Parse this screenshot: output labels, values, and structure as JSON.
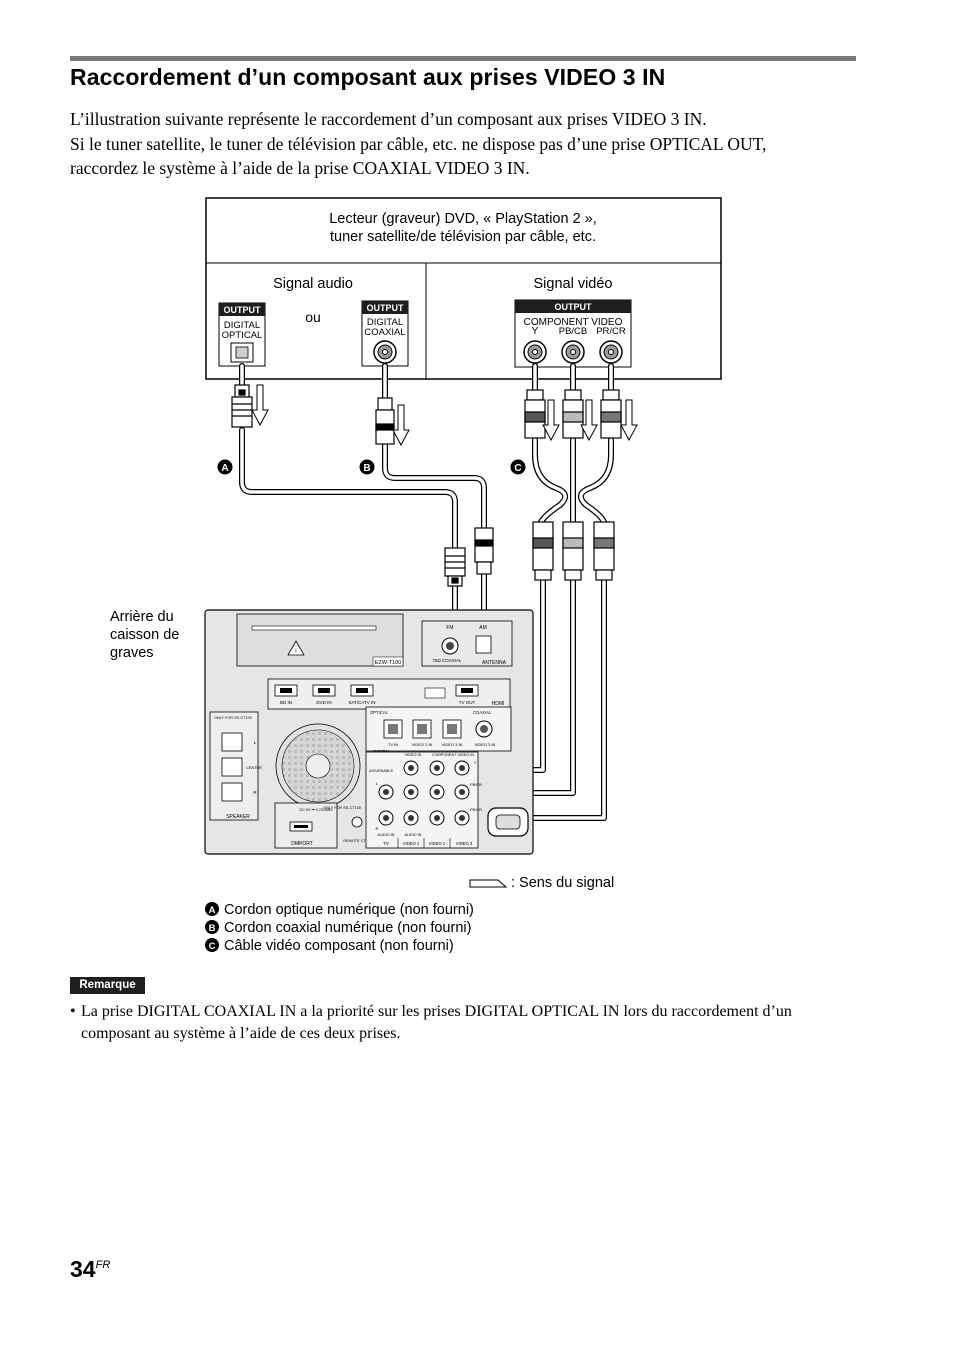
{
  "header": {
    "title": "Raccordement d’un composant aux prises VIDEO 3 IN"
  },
  "intro": {
    "line1": "L’illustration suivante représente le raccordement d’un composant aux prises VIDEO 3 IN.",
    "line2": "Si le tuner satellite, le tuner de télévision par câble, etc. ne dispose pas d’une prise OPTICAL OUT,",
    "line3": "raccordez le système à l’aide de la prise COAXIAL VIDEO 3 IN."
  },
  "diagram": {
    "source_line1": "Lecteur (graveur) DVD, « PlayStation 2 »,",
    "source_line2": "tuner satellite/de télévision par câble, etc.",
    "audio_label": "Signal audio",
    "video_label": "Signal vidéo",
    "or_label": "ou",
    "output_label": "OUTPUT",
    "optical_line1": "DIGITAL",
    "optical_line2": "OPTICAL",
    "coaxial_line1": "DIGITAL",
    "coaxial_line2": "COAXIAL",
    "component_label": "COMPONENT VIDEO",
    "component_y": "Y",
    "component_pb": "PB/CB",
    "component_pr": "PR/CR",
    "cable_a": "A",
    "cable_b": "B",
    "cable_c": "C",
    "sub_line1": "Arrière du",
    "sub_line2": "caisson de",
    "sub_line3": "graves",
    "panel": {
      "model": "EZW-T100",
      "antenna": "ANTENNA",
      "coaxial_75": "75Ω COAXIAL",
      "fm": "FM",
      "am": "AM",
      "hdmi": "HDMI",
      "bd_in": "BD IN",
      "dvd_in": "DVD IN",
      "sat_in": "SAT/CATV IN",
      "tv_out": "TV OUT",
      "optical": "OPTICAL",
      "coaxial": "COAXIAL",
      "tv_in": "TV IN",
      "video2_in": "VIDEO 2 IN",
      "video3_in": "VIDEO 3 IN",
      "digital": "DIGITAL",
      "video_in": "VIDEO IN",
      "component_video_in": "COMPONENT VIDEO IN",
      "assignable": "ASSIGNABLE",
      "audio_in": "AUDIO IN",
      "tv": "TV",
      "video1": "VIDEO 1",
      "video2": "VIDEO 2",
      "video3": "VIDEO 3",
      "speaker": "SPEAKER",
      "only_for_sct": "ONLY FOR SS-CT100",
      "l": "L",
      "r": "R",
      "center": "CENTER",
      "dmport": "DMPORT",
      "dc": "DC 5V ⎓ 0.7A MAX",
      "only_for": "ONLY FOR SS-CT100",
      "remote": "REMOTE CTRL",
      "pb": "PB/CB",
      "pr": "PR/CR",
      "y": "Y"
    },
    "signal_legend": ": Sens du signal",
    "legend_a": "Cordon optique numérique (non fourni)",
    "legend_b": "Cordon coaxial numérique (non fourni)",
    "legend_c": "Câble vidéo composant (non fourni)"
  },
  "note": {
    "badge": "Remarque",
    "bullet": "•",
    "text": "La prise DIGITAL COAXIAL IN a la priorité sur les prises DIGITAL OPTICAL IN lors du raccordement d’un composant au système à l’aide de ces deux prises."
  },
  "footer": {
    "page_number": "34",
    "page_suffix": "FR"
  }
}
